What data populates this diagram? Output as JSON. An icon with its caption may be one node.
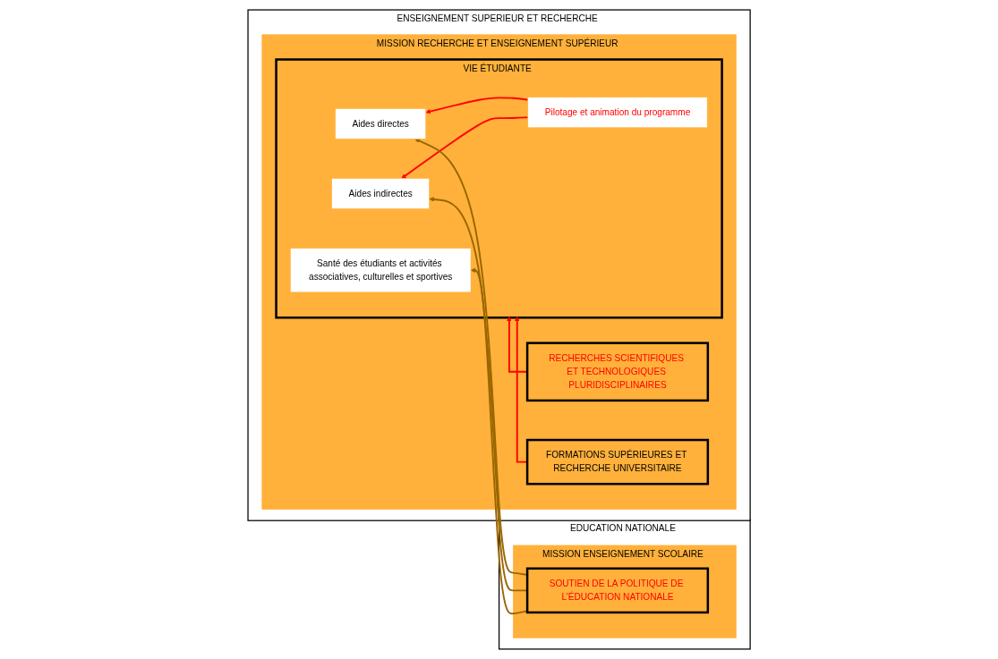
{
  "diagram": {
    "nodes": [
      {
        "text": [
          "ENSEIGNEMENT SUPERIEUR ET RECHERCHE"
        ]
      },
      {
        "text": [
          "MISSION RECHERCHE ET ENSEIGNEMENT SUPÉRIEUR"
        ],
        "in": 0
      },
      {
        "text": [
          "VIE ÉTUDIANTE"
        ],
        "in": 1
      },
      {
        "text": [
          "Aides directes"
        ],
        "in": 2
      },
      {
        "text": [
          "Aides indirectes"
        ],
        "in": 2
      },
      {
        "text": [
          "Santé des étudiants et activités associatives, culturelles et sportives"
        ],
        "in": 2
      },
      {
        "text": [
          "Pilotage et animation du programme"
        ],
        "in": 2
      },
      {
        "text": [
          "FORMATIONS SUPÉRIEURES ET RECHERCHE UNIVERSITAIRE"
        ],
        "in": 1
      },
      {
        "text": [
          "RECHERCHES SCIENTIFIQUES ET TECHNOLOGIQUES PLURIDISCIPLINAIRES"
        ],
        "in": 1
      },
      {
        "text": [
          "EDUCATION NATIONALE"
        ]
      },
      {
        "text": [
          "MISSION ENSEIGNEMENT SCOLAIRE"
        ],
        "in": 9
      },
      {
        "text": [
          "SOUTIEN DE LA POLITIQUE DE L’ÉDUCATION NATIONALE"
        ],
        "in": 10
      }
    ],
    "edges": [
      {
        "from": 6,
        "to": 3,
        "arrow": "to",
        "color": "#ff0000"
      },
      {
        "from": 6,
        "to": 4,
        "arrow": "to",
        "color": "#ff0000"
      },
      {
        "from": 7,
        "to": 2,
        "arrow": "to",
        "color": "#ff0000"
      },
      {
        "from": 8,
        "to": 2,
        "arrow": "to",
        "color": "#ff0000"
      },
      {
        "from": 11,
        "to": 3,
        "arrow": "to",
        "color": "#996600"
      },
      {
        "from": 11,
        "to": 4,
        "arrow": "to",
        "color": "#996600"
      },
      {
        "from": 11,
        "to": 5,
        "arrow": "to",
        "color": "#996600"
      }
    ]
  }
}
